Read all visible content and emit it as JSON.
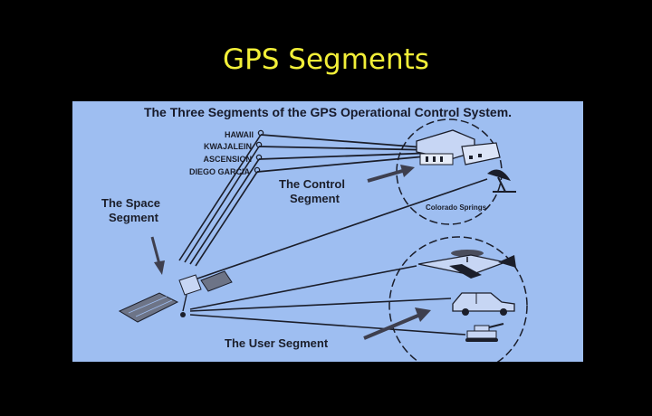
{
  "slide": {
    "title": "GPS Segments"
  },
  "diagram": {
    "title": "The Three Segments of the GPS Operational Control System.",
    "monitor_stations": [
      "HAWAII",
      "KWAJALEIN",
      "ASCENSION",
      "DIEGO GARCIA"
    ],
    "space_segment_label": [
      "The Space",
      "Segment"
    ],
    "control_segment_label": [
      "The Control",
      "Segment"
    ],
    "control_location": "Colorado Springs",
    "user_segment_label": "The User Segment",
    "users": [
      "aircraft",
      "car",
      "tank"
    ]
  },
  "colors": {
    "background": "#000000",
    "title": "#f2ef38",
    "panel": "#9ebef1",
    "ink": "#1b1e2a"
  }
}
